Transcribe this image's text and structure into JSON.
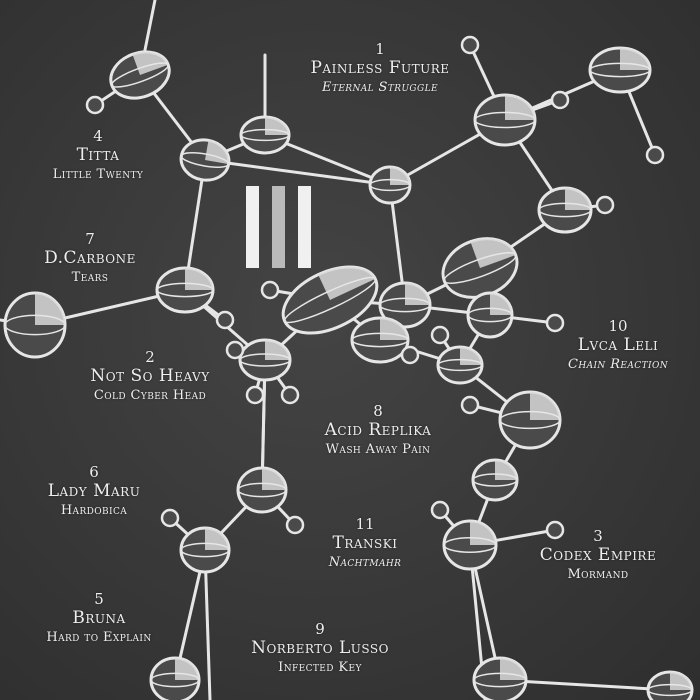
{
  "tracks": [
    {
      "number": "1",
      "artist": "Painless Future",
      "title": "Eternal Struggle"
    },
    {
      "number": "4",
      "artist": "Titta",
      "title": "Little Twenty"
    },
    {
      "number": "7",
      "artist": "D.Carbone",
      "title": "Tears"
    },
    {
      "number": "2",
      "artist": "Not So Heavy",
      "title": "Cold Cyber Head"
    },
    {
      "number": "10",
      "artist": "Lvca Leli",
      "title": "Chain Reaction"
    },
    {
      "number": "8",
      "artist": "Acid Replika",
      "title": "Wash Away Pain"
    },
    {
      "number": "6",
      "artist": "Lady Maru",
      "title": "Hardobica"
    },
    {
      "number": "11",
      "artist": "Transki",
      "title": "Nachtmahr"
    },
    {
      "number": "3",
      "artist": "Codex Empire",
      "title": "Mormand"
    },
    {
      "number": "5",
      "artist": "Bruna",
      "title": "Hard to Explain"
    },
    {
      "number": "9",
      "artist": "Norberto Lusso",
      "title": "Infected Key"
    }
  ],
  "colors": {
    "background": "#3a3a3a",
    "ink": "#eeeeee"
  }
}
